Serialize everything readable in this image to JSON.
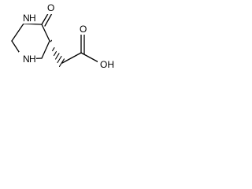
{
  "molecule": {
    "atoms": {
      "n_top": "N",
      "h_top": "H",
      "oxo": "O",
      "n_bottom": "N",
      "h_bottom": "H",
      "carbonyl_o": "O",
      "hydroxyl": "OH"
    },
    "colors": {
      "bond": "#000000",
      "background": "#ffffff"
    }
  }
}
